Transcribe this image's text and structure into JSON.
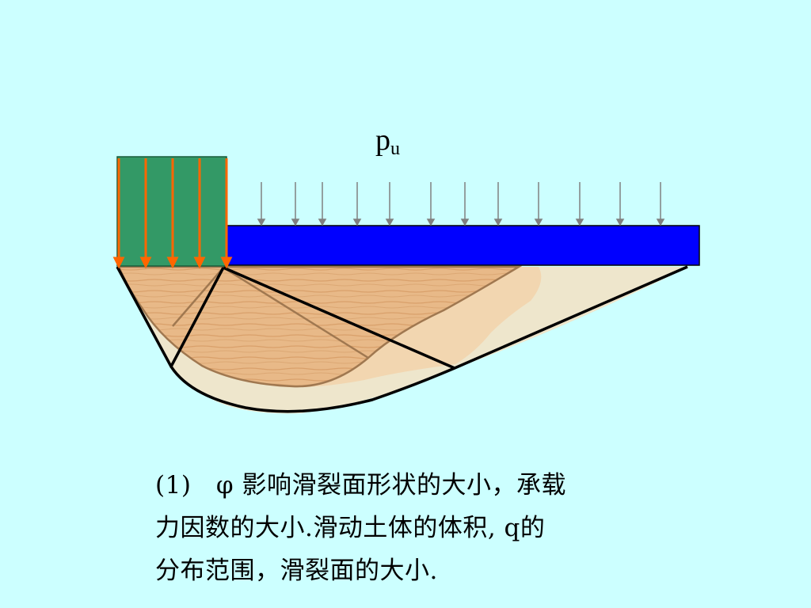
{
  "load": {
    "symbol": "p",
    "subscript": "u"
  },
  "caption": {
    "line1": "(1)　φ 影响滑裂面形状的大小，承载",
    "line2": "力因数的大小.滑动土体的体积, q的",
    "line3": "分布范围，滑裂面的大小."
  },
  "colors": {
    "background": "#ccffff",
    "foundation": "#339966",
    "foundation_arrows": "#ff6600",
    "surcharge": "#0000ff",
    "load_arrows": "#808080",
    "outer_wedge": "#eee6cc",
    "middle_wedge": "#f2d6b0",
    "inner_wedge": "#e3b27f",
    "failure_lines": "#000000"
  }
}
